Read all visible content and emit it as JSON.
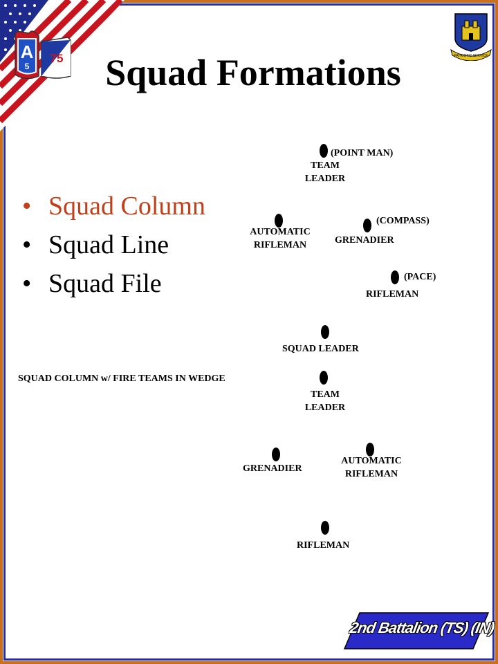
{
  "slide": {
    "title": "Squad Formations",
    "bullets": [
      {
        "text": "Squad Column",
        "active": true
      },
      {
        "text": "Squad Line",
        "active": false
      },
      {
        "text": "Squad File",
        "active": false
      }
    ],
    "bullet_glyph": "•",
    "caption": "SQUAD COLUMN w/ FIRE TEAMS IN WEDGE",
    "colors": {
      "active": "#c0401a",
      "frame_outer": "#c8701e",
      "frame_inner": "#2a2aa0",
      "banner": "#2a2ac8"
    }
  },
  "patch": {
    "letter": "A",
    "number": "5",
    "digits": "75"
  },
  "crest": {
    "motto": "PATRIOTIC SERVICE"
  },
  "diagram": {
    "point_man_note": "(POINT MAN)",
    "team_leader_1": [
      "TEAM",
      "LEADER"
    ],
    "compass_note": "(COMPASS)",
    "automatic_rifleman_1": [
      "AUTOMATIC",
      "RIFLEMAN"
    ],
    "grenadier_1": "GRENADIER",
    "pace_note": "(PACE)",
    "rifleman_1": "RIFLEMAN",
    "squad_leader": "SQUAD LEADER",
    "team_leader_2": [
      "TEAM",
      "LEADER"
    ],
    "grenadier_2": "GRENADIER",
    "automatic_rifleman_2": [
      "AUTOMATIC",
      "RIFLEMAN"
    ],
    "rifleman_2": "RIFLEMAN"
  },
  "footer": {
    "banner_text": "2nd Battalion (TS) (IN)"
  }
}
